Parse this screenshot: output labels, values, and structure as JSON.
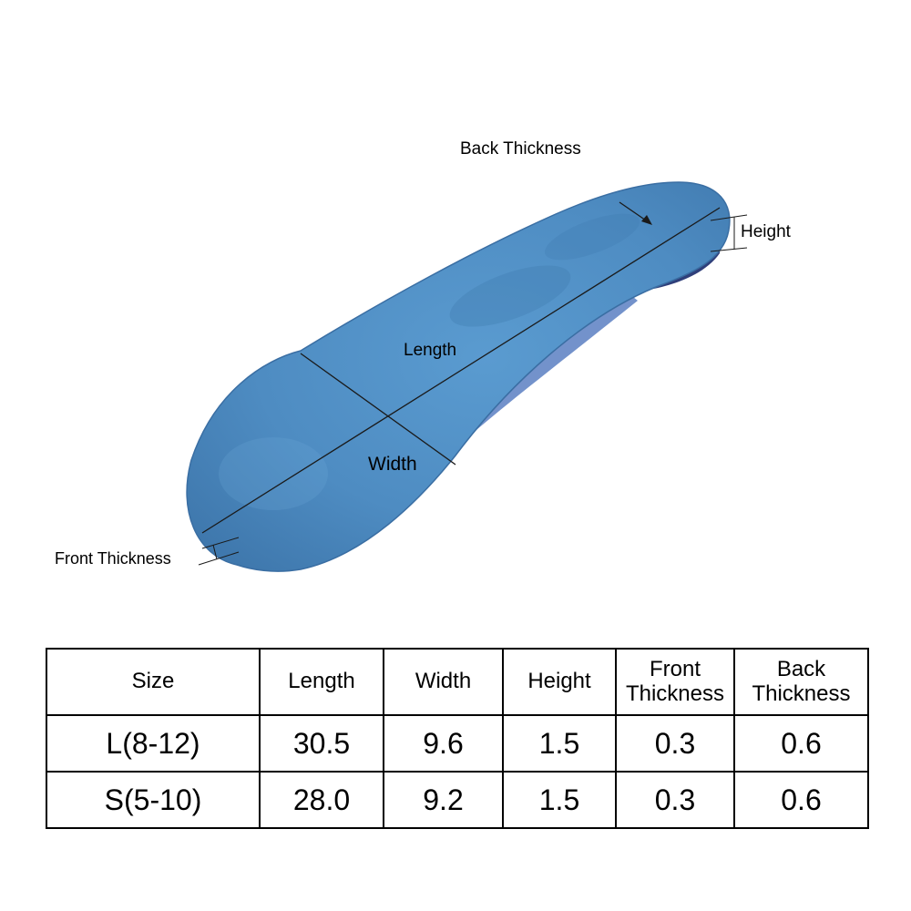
{
  "labels": {
    "back_thickness": "Back Thickness",
    "height": "Height",
    "length": "Length",
    "width": "Width",
    "front_thickness": "Front Thickness"
  },
  "colors": {
    "insole_blue": "#4f8fc4",
    "insole_edge": "#3c6fa6",
    "heel_cup": "#2f3f7a"
  },
  "table": {
    "headers": [
      [
        "Size"
      ],
      [
        "Length"
      ],
      [
        "Width"
      ],
      [
        "Height"
      ],
      [
        "Front",
        "Thickness"
      ],
      [
        "Back",
        "Thickness"
      ]
    ],
    "rows": [
      [
        "L(8-12)",
        "30.5",
        "9.6",
        "1.5",
        "0.3",
        "0.6"
      ],
      [
        "S(5-10)",
        "28.0",
        "9.2",
        "1.5",
        "0.3",
        "0.6"
      ]
    ]
  }
}
